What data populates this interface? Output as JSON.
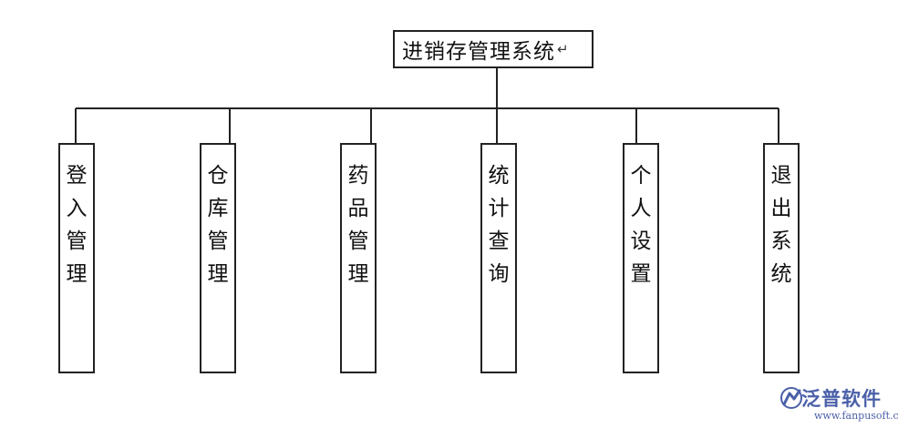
{
  "root": {
    "label": "进销存管理系统",
    "return_mark": "↵"
  },
  "modules": [
    {
      "label": "登入管理",
      "chars": [
        "登",
        "入",
        "管",
        "理"
      ]
    },
    {
      "label": "仓库管理",
      "chars": [
        "仓",
        "库",
        "管",
        "理"
      ]
    },
    {
      "label": "药品管理",
      "chars": [
        "药",
        "品",
        "管",
        "理"
      ]
    },
    {
      "label": "统计查询",
      "chars": [
        "统",
        "计",
        "查",
        "询"
      ]
    },
    {
      "label": "个人设置",
      "chars": [
        "个",
        "人",
        "设",
        "置"
      ]
    },
    {
      "label": "退出系统",
      "chars": [
        "退",
        "出",
        "系",
        "统"
      ]
    }
  ],
  "watermark": {
    "name": "泛普软件",
    "url": "www.fanpusoft.com",
    "icon": "fanpu-logo-icon"
  },
  "colors": {
    "line": "#222222",
    "watermark": "#4a5fa8",
    "background": "#ffffff"
  }
}
